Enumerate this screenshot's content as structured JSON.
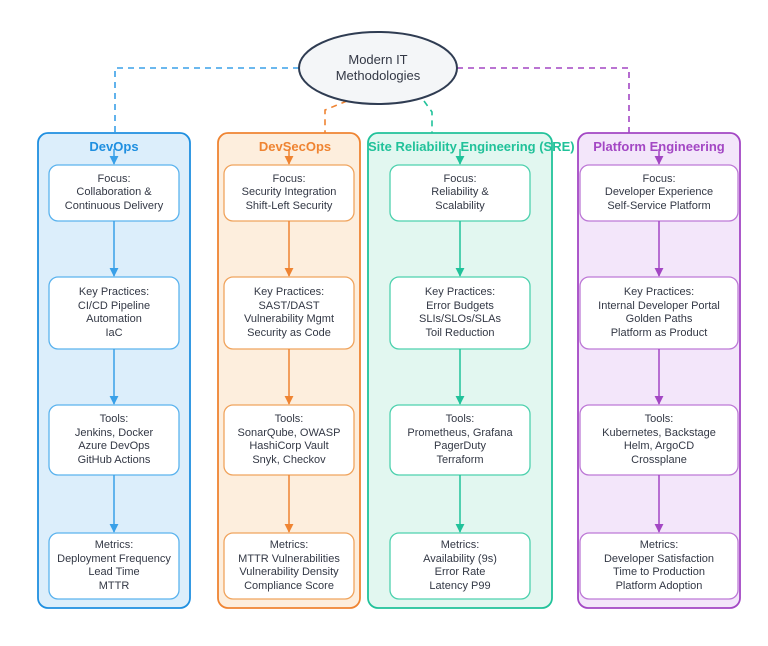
{
  "diagram": {
    "type": "flowchart",
    "root": {
      "id": "root",
      "label": "Modern IT\nMethodologies",
      "shape": "ellipse",
      "stroke": "#2f3c52",
      "fill": "#f4f6f8",
      "text_color": "#333845"
    },
    "link_style": "dashed",
    "clusters": [
      {
        "id": "devops",
        "title": "DevOps",
        "accent": "#1f8fe0",
        "fill": "#dceefb",
        "link_color": "#3aa0e8",
        "node_border": "#5bb3ee",
        "nodes": [
          {
            "id": "devops-focus",
            "label": "Focus:\nCollaboration &\nContinuous Delivery"
          },
          {
            "id": "devops-practices",
            "label": "Key Practices:\nCI/CD Pipeline\nAutomation\nIaC"
          },
          {
            "id": "devops-tools",
            "label": "Tools:\nJenkins, Docker\nAzure DevOps\nGitHub Actions"
          },
          {
            "id": "devops-metrics",
            "label": "Metrics:\nDeployment Frequency\nLead Time\nMTTR"
          }
        ]
      },
      {
        "id": "devsecops",
        "title": "DevSecOps",
        "accent": "#ef8432",
        "fill": "#fdeedd",
        "link_color": "#ef8432",
        "node_border": "#f0a45e",
        "nodes": [
          {
            "id": "devsecops-focus",
            "label": "Focus:\nSecurity Integration\nShift-Left Security"
          },
          {
            "id": "devsecops-practices",
            "label": "Key Practices:\nSAST/DAST\nVulnerability Mgmt\nSecurity as Code"
          },
          {
            "id": "devsecops-tools",
            "label": "Tools:\nSonarQube, OWASP\nHashiCorp Vault\nSnyk, Checkov"
          },
          {
            "id": "devsecops-metrics",
            "label": "Metrics:\nMTTR Vulnerabilities\nVulnerability Density\nCompliance Score"
          }
        ]
      },
      {
        "id": "sre",
        "title": "Site Reliability Engineering (SRE)",
        "accent": "#21c29a",
        "fill": "#e2f7f0",
        "link_color": "#21c29a",
        "node_border": "#4ed1ae",
        "nodes": [
          {
            "id": "sre-focus",
            "label": "Focus:\nReliability &\nScalability"
          },
          {
            "id": "sre-practices",
            "label": "Key Practices:\nError Budgets\nSLIs/SLOs/SLAs\nToil Reduction"
          },
          {
            "id": "sre-tools",
            "label": "Tools:\nPrometheus, Grafana\nPagerDuty\nTerraform"
          },
          {
            "id": "sre-metrics",
            "label": "Metrics:\nAvailability (9s)\nError Rate\nLatency P99"
          }
        ]
      },
      {
        "id": "platform",
        "title": "Platform Engineering",
        "accent": "#a347c4",
        "fill": "#f3e6fa",
        "link_color": "#a347c4",
        "node_border": "#bd79d6",
        "nodes": [
          {
            "id": "platform-focus",
            "label": "Focus:\nDeveloper Experience\nSelf-Service Platform"
          },
          {
            "id": "platform-practices",
            "label": "Key Practices:\nInternal Developer Portal\nGolden Paths\nPlatform as Product"
          },
          {
            "id": "platform-tools",
            "label": "Tools:\nKubernetes, Backstage\nHelm, ArgoCD\nCrossplane"
          },
          {
            "id": "platform-metrics",
            "label": "Metrics:\nDeveloper Satisfaction\nTime to Production\nPlatform Adoption"
          }
        ]
      }
    ]
  }
}
